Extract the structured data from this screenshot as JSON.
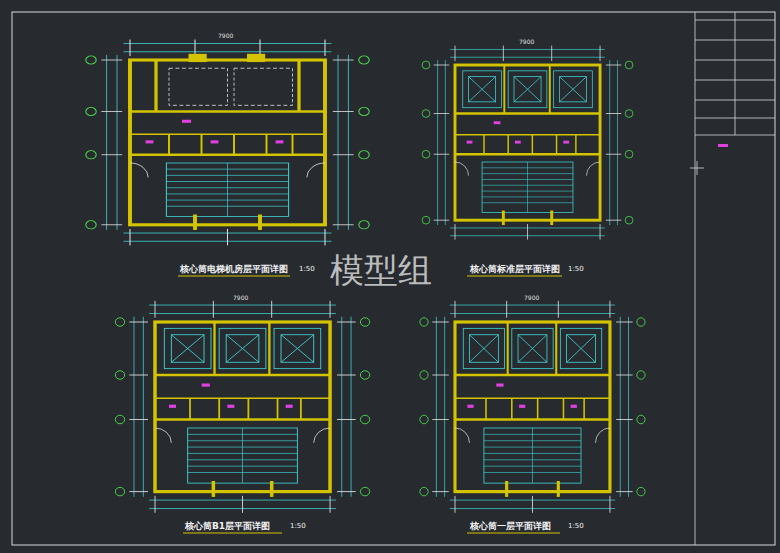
{
  "diagram": {
    "labels": [
      "核心筒电梯机房层平面详图",
      "1:50",
      "核心筒标准层平面详图",
      "1:50",
      "核心筒B1层平面详图",
      "1:50",
      "核心筒一层平面详图",
      "1:50",
      "模型组",
      "7900",
      "7900",
      "7900",
      "7900"
    ]
  }
}
